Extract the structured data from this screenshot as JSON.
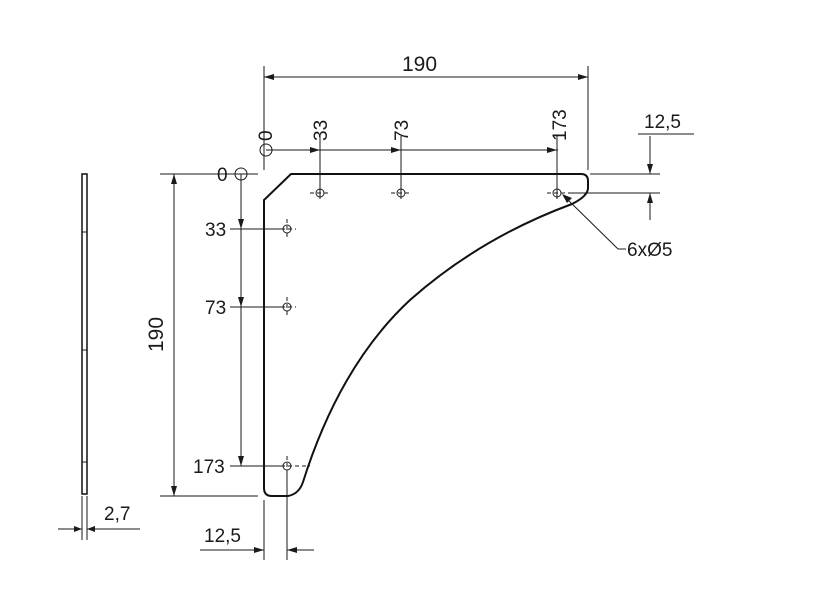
{
  "drawing": {
    "overall_width": "190",
    "overall_height": "190",
    "top_origin": "0",
    "left_origin": "0",
    "top_positions": [
      "33",
      "73",
      "173"
    ],
    "left_positions": [
      "33",
      "73",
      "173"
    ],
    "edge_offset_right": "12,5",
    "edge_offset_bottom": "12,5",
    "thickness": "2,7",
    "hole_callout": "6xØ5"
  },
  "colors": {
    "line": "#1a1a1a",
    "background": "#ffffff"
  },
  "icons": {
    "hole": "hole-crosshair-icon",
    "origin": "origin-circle-icon"
  }
}
